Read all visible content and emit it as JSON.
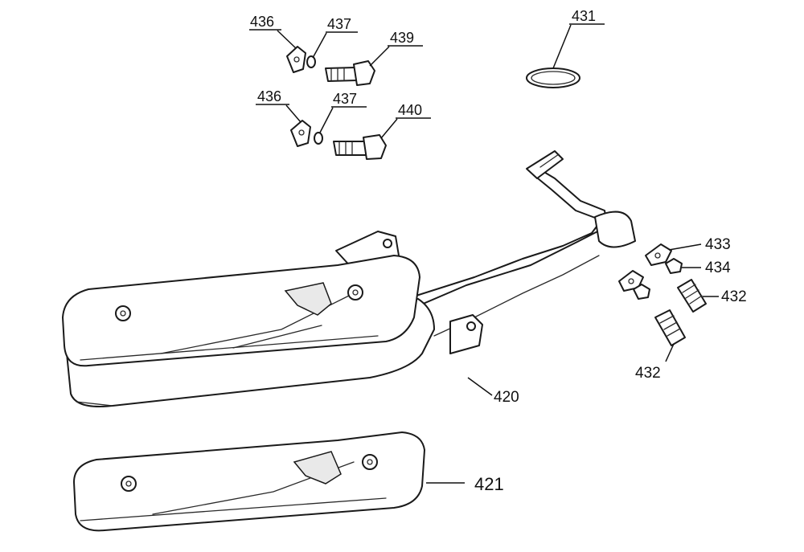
{
  "labels": {
    "p431": "431",
    "p432a": "432",
    "p432b": "432",
    "p433": "433",
    "p434": "434",
    "p436a": "436",
    "p436b": "436",
    "p437a": "437",
    "p437b": "437",
    "p439": "439",
    "p440": "440",
    "p420": "420",
    "p421": "421"
  }
}
